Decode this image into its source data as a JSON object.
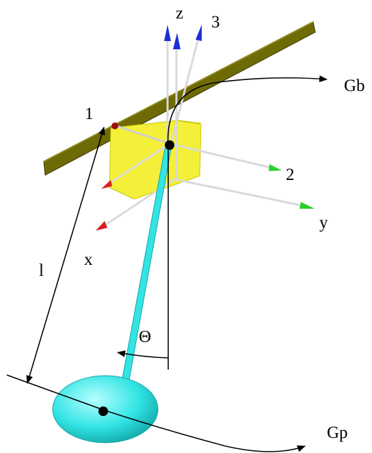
{
  "labels": {
    "z": "z",
    "three": "3",
    "gb": "Gb",
    "one": "1",
    "two": "2",
    "y": "y",
    "x": "x",
    "length": "l",
    "theta": "Θ",
    "gp": "Gp"
  },
  "colors": {
    "rail": "#6e6a06",
    "rail_edge": "#3a3800",
    "block": "#f4f03a",
    "block_edge": "#c9c400",
    "pendulum": "#33e4e4",
    "pendulum_edge": "#17a4a4",
    "arrow_blue": "#1f2fd6",
    "arrow_green": "#2bcf2b",
    "arrow_red": "#d81f1f",
    "axis_line": "#d9d9d9"
  }
}
